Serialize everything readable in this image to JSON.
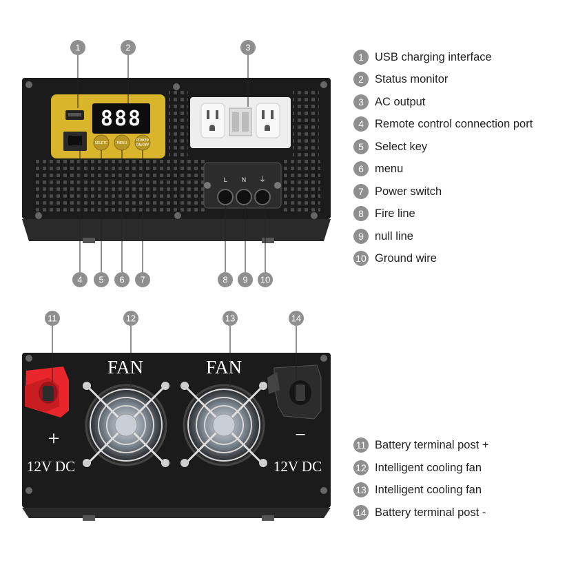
{
  "legend_top": [
    {
      "num": "1",
      "label": "USB charging interface"
    },
    {
      "num": "2",
      "label": "Status monitor"
    },
    {
      "num": "3",
      "label": "AC output"
    },
    {
      "num": "4",
      "label": "Remote control connection port"
    },
    {
      "num": "5",
      "label": "Select key"
    },
    {
      "num": "6",
      "label": "menu"
    },
    {
      "num": "7",
      "label": "Power switch"
    },
    {
      "num": "8",
      "label": "Fire line"
    },
    {
      "num": "9",
      "label": "null line"
    },
    {
      "num": "10",
      "label": "Ground wire"
    }
  ],
  "legend_bottom": [
    {
      "num": "11",
      "label": "Battery terminal post +"
    },
    {
      "num": "12",
      "label": "Intelligent cooling fan"
    },
    {
      "num": "13",
      "label": "Intelligent cooling fan"
    },
    {
      "num": "14",
      "label": "Battery terminal post -"
    }
  ],
  "front_panel": {
    "display_text": "888",
    "select_button": "SELETC",
    "menu_button": "MENU",
    "power_button_line1": "POWER",
    "power_button_line2": "ON/OFF",
    "terminal_labels": [
      "L",
      "N",
      "⏚"
    ]
  },
  "callouts": {
    "n1": "1",
    "n2": "2",
    "n3": "3",
    "n4": "4",
    "n5": "5",
    "n6": "6",
    "n7": "7",
    "n8": "8",
    "n9": "9",
    "n10": "10",
    "n11": "11",
    "n12": "12",
    "n13": "13",
    "n14": "14"
  },
  "rear_panel": {
    "fan_label_left": "FAN",
    "fan_label_right": "FAN",
    "plus_sign": "+",
    "minus_sign": "−",
    "dc_left": "12V DC",
    "dc_right": "12V DC"
  },
  "colors": {
    "panel": "#1b1b1b",
    "yellow_panel": "#d9b52c",
    "red_terminal": "#e8262b",
    "badge": "#8f8f8f"
  }
}
